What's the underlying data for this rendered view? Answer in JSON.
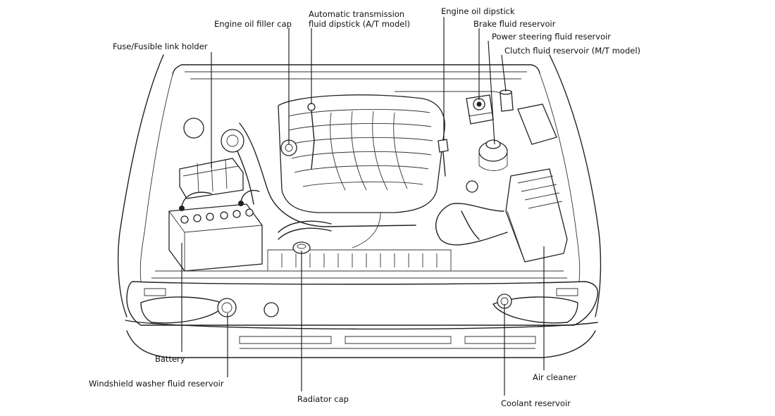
{
  "labels": {
    "fuse_holder": "Fuse/Fusible link holder",
    "oil_filler_cap": "Engine oil filler cap",
    "at_dipstick_line1": "Automatic transmission",
    "at_dipstick_line2": "fluid dipstick (A/T model)",
    "oil_dipstick": "Engine oil dipstick",
    "brake_reservoir": "Brake fluid reservoir",
    "power_steering_reservoir": "Power steering fluid reservoir",
    "clutch_reservoir": "Clutch fluid reservoir (M/T model)",
    "battery": "Battery",
    "washer_reservoir": "Windshield washer fluid reservoir",
    "radiator_cap": "Radiator cap",
    "air_cleaner": "Air cleaner",
    "coolant_reservoir": "Coolant reservoir"
  }
}
